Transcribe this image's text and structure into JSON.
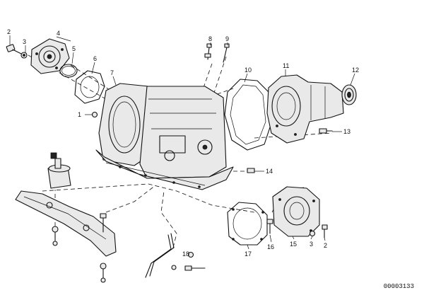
{
  "diagram": {
    "code": "00003133",
    "callouts": [
      "1",
      "2",
      "3",
      "4",
      "5",
      "6",
      "7",
      "8",
      "9",
      "10",
      "11",
      "12",
      "13",
      "14",
      "15",
      "16",
      "17",
      "18",
      "3",
      "2"
    ]
  }
}
